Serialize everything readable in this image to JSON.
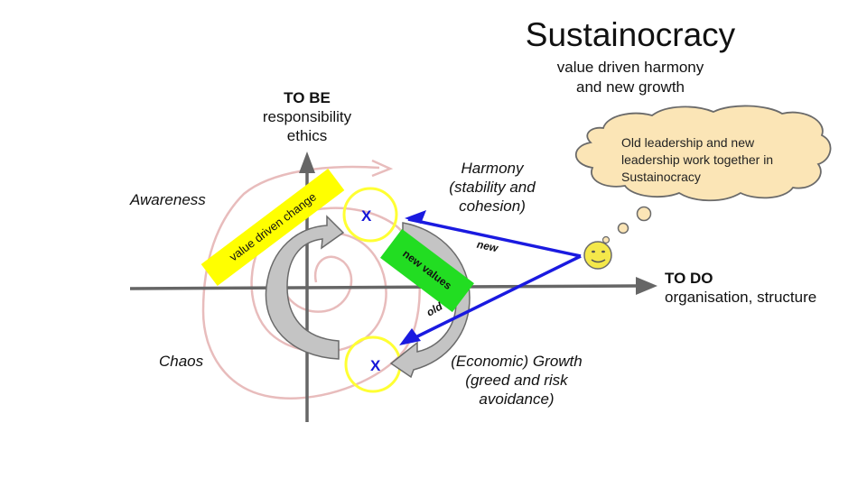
{
  "header": {
    "title": "Sustainocracy",
    "subtitle_line1": "value driven harmony",
    "subtitle_line2": "and new growth"
  },
  "axes": {
    "vertical": {
      "heading": "TO BE",
      "line1": "responsibility",
      "line2": "ethics"
    },
    "horizontal": {
      "heading": "TO DO",
      "line1": "organisation, structure"
    }
  },
  "quadrant_labels": {
    "awareness": "Awareness",
    "chaos": "Chaos"
  },
  "states": {
    "harmony": {
      "line1": "Harmony",
      "line2": "(stability and",
      "line3": "cohesion)",
      "marker": "X"
    },
    "growth": {
      "line1": "(Economic) Growth",
      "line2": "(greed and risk",
      "line3": "avoidance)",
      "marker": "X"
    }
  },
  "banners": {
    "value_driven_change": "value driven change",
    "new_values": "new values"
  },
  "arrows": {
    "new_label": "new",
    "old_label": "old"
  },
  "thought_bubble": {
    "text": "Old leadership and new leadership work together in Sustainocracy"
  },
  "icons": {
    "smiley": "smiley-face-icon"
  },
  "colors": {
    "axis": "#666666",
    "spiral": "#e8bcbc",
    "circle": "#ffff33",
    "x_marker": "#1515d8",
    "blue_arrow": "#1a1ae0",
    "yellow_banner": "#ffff00",
    "green_banner": "#22dd22",
    "gray_arrow_fill": "#c4c4c4",
    "gray_arrow_stroke": "#6a6a6a",
    "cloud_fill": "#fbe5b6",
    "cloud_stroke": "#6a6a6a",
    "smiley_fill": "#f4e84a"
  }
}
